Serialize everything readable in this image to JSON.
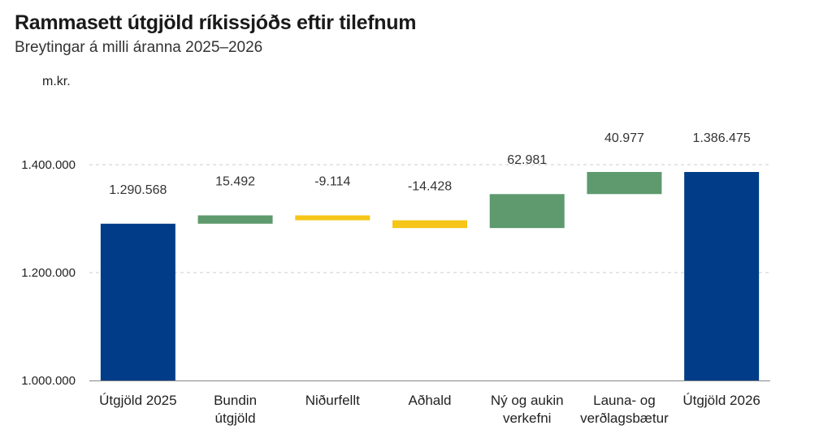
{
  "header": {
    "title": "Rammasett útgjöld ríkissjóðs eftir tilefnum",
    "subtitle": "Breytingar á milli áranna 2025–2026",
    "unit": "m.kr."
  },
  "colors": {
    "total": "#003C88",
    "increase": "#5E9A6E",
    "decrease": "#F5C518",
    "grid": "#cccccc",
    "axis": "#888888"
  },
  "chart_data": {
    "type": "waterfall",
    "title": "Rammasett útgjöld ríkissjóðs eftir tilefnum",
    "subtitle": "Breytingar á milli áranna 2025–2026",
    "ylabel": "m.kr.",
    "ylim": [
      1000000,
      1450000
    ],
    "yticks": [
      1000000,
      1200000,
      1400000
    ],
    "ytick_labels": [
      "1.000.000",
      "1.200.000",
      "1.400.000"
    ],
    "grid": true,
    "bars": [
      {
        "category": [
          "Útgjöld 2025"
        ],
        "value": 1290568,
        "label": "1.290.568",
        "kind": "total"
      },
      {
        "category": [
          "Bundin",
          "útgjöld"
        ],
        "value": 15492,
        "label": "15.492",
        "kind": "increase"
      },
      {
        "category": [
          "Niðurfellt"
        ],
        "value": -9114,
        "label": "-9.114",
        "kind": "decrease"
      },
      {
        "category": [
          "Aðhald"
        ],
        "value": -14428,
        "label": "-14.428",
        "kind": "decrease"
      },
      {
        "category": [
          "Ný og aukin",
          "verkefni"
        ],
        "value": 62981,
        "label": "62.981",
        "kind": "increase"
      },
      {
        "category": [
          "Launa- og",
          "verðlagsbætur"
        ],
        "value": 40977,
        "label": "40.977",
        "kind": "increase"
      },
      {
        "category": [
          "Útgjöld 2026"
        ],
        "value": 1386475,
        "label": "1.386.475",
        "kind": "total"
      }
    ]
  }
}
